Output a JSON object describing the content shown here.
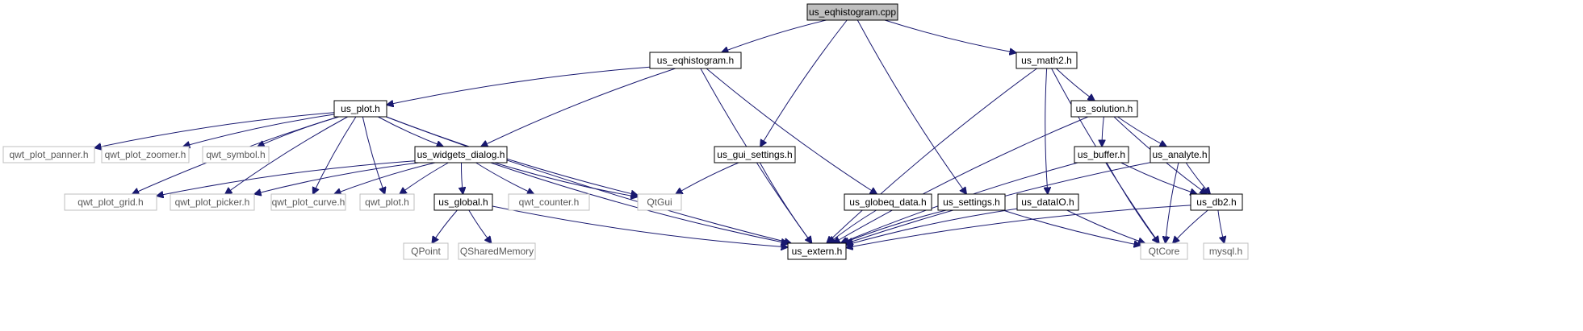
{
  "graph": {
    "colors": {
      "edge": "#191970",
      "box_border": "#000000",
      "box_border_external": "#bfbfbf",
      "root_fill": "#bfbfbf",
      "box_fill": "#ffffff",
      "label": "#000000",
      "label_external": "#595959"
    },
    "nodes": [
      {
        "id": "root",
        "label": "us_eqhistogram.cpp",
        "kind": "root"
      },
      {
        "id": "eqh",
        "label": "us_eqhistogram.h",
        "kind": "header"
      },
      {
        "id": "math2",
        "label": "us_math2.h",
        "kind": "header"
      },
      {
        "id": "plot",
        "label": "us_plot.h",
        "kind": "header"
      },
      {
        "id": "solution",
        "label": "us_solution.h",
        "kind": "header"
      },
      {
        "id": "qpanner",
        "label": "qwt_plot_panner.h",
        "kind": "external"
      },
      {
        "id": "qzoomer",
        "label": "qwt_plot_zoomer.h",
        "kind": "external"
      },
      {
        "id": "qsymbol",
        "label": "qwt_symbol.h",
        "kind": "external"
      },
      {
        "id": "widgets",
        "label": "us_widgets_dialog.h",
        "kind": "header"
      },
      {
        "id": "gui",
        "label": "us_gui_settings.h",
        "kind": "header"
      },
      {
        "id": "buffer",
        "label": "us_buffer.h",
        "kind": "header"
      },
      {
        "id": "analyte",
        "label": "us_analyte.h",
        "kind": "header"
      },
      {
        "id": "qgrid",
        "label": "qwt_plot_grid.h",
        "kind": "external"
      },
      {
        "id": "qpicker",
        "label": "qwt_plot_picker.h",
        "kind": "external"
      },
      {
        "id": "qcurve",
        "label": "qwt_plot_curve.h",
        "kind": "external"
      },
      {
        "id": "qplot",
        "label": "qwt_plot.h",
        "kind": "external"
      },
      {
        "id": "global",
        "label": "us_global.h",
        "kind": "header"
      },
      {
        "id": "qcounter",
        "label": "qwt_counter.h",
        "kind": "external"
      },
      {
        "id": "qtgui",
        "label": "QtGui",
        "kind": "external"
      },
      {
        "id": "globeq",
        "label": "us_globeq_data.h",
        "kind": "header"
      },
      {
        "id": "settings",
        "label": "us_settings.h",
        "kind": "header"
      },
      {
        "id": "dataio",
        "label": "us_dataIO.h",
        "kind": "header"
      },
      {
        "id": "db2",
        "label": "us_db2.h",
        "kind": "header"
      },
      {
        "id": "qpoint",
        "label": "QPoint",
        "kind": "external"
      },
      {
        "id": "qshm",
        "label": "QSharedMemory",
        "kind": "external"
      },
      {
        "id": "extern",
        "label": "us_extern.h",
        "kind": "header"
      },
      {
        "id": "qtcore",
        "label": "QtCore",
        "kind": "external"
      },
      {
        "id": "mysql",
        "label": "mysql.h",
        "kind": "external"
      }
    ],
    "edges": [
      {
        "from": "root",
        "to": "eqh"
      },
      {
        "from": "root",
        "to": "math2"
      },
      {
        "from": "root",
        "to": "gui"
      },
      {
        "from": "root",
        "to": "settings"
      },
      {
        "from": "eqh",
        "to": "plot"
      },
      {
        "from": "eqh",
        "to": "widgets"
      },
      {
        "from": "eqh",
        "to": "extern"
      },
      {
        "from": "eqh",
        "to": "globeq"
      },
      {
        "from": "math2",
        "to": "solution"
      },
      {
        "from": "math2",
        "to": "extern"
      },
      {
        "from": "math2",
        "to": "dataio"
      },
      {
        "from": "math2",
        "to": "qtcore"
      },
      {
        "from": "plot",
        "to": "qpanner"
      },
      {
        "from": "plot",
        "to": "qzoomer"
      },
      {
        "from": "plot",
        "to": "qsymbol"
      },
      {
        "from": "plot",
        "to": "widgets"
      },
      {
        "from": "plot",
        "to": "qgrid"
      },
      {
        "from": "plot",
        "to": "qpicker"
      },
      {
        "from": "plot",
        "to": "qcurve"
      },
      {
        "from": "plot",
        "to": "qplot"
      },
      {
        "from": "plot",
        "to": "qtgui"
      },
      {
        "from": "plot",
        "to": "extern"
      },
      {
        "from": "solution",
        "to": "extern"
      },
      {
        "from": "solution",
        "to": "buffer"
      },
      {
        "from": "solution",
        "to": "analyte"
      },
      {
        "from": "solution",
        "to": "db2"
      },
      {
        "from": "widgets",
        "to": "qgrid"
      },
      {
        "from": "widgets",
        "to": "qpicker"
      },
      {
        "from": "widgets",
        "to": "qcurve"
      },
      {
        "from": "widgets",
        "to": "qplot"
      },
      {
        "from": "widgets",
        "to": "global"
      },
      {
        "from": "widgets",
        "to": "qcounter"
      },
      {
        "from": "widgets",
        "to": "qtgui"
      },
      {
        "from": "widgets",
        "to": "extern"
      },
      {
        "from": "gui",
        "to": "qtgui"
      },
      {
        "from": "gui",
        "to": "extern"
      },
      {
        "from": "buffer",
        "to": "extern"
      },
      {
        "from": "buffer",
        "to": "db2"
      },
      {
        "from": "buffer",
        "to": "qtcore"
      },
      {
        "from": "analyte",
        "to": "extern"
      },
      {
        "from": "analyte",
        "to": "db2"
      },
      {
        "from": "analyte",
        "to": "qtcore"
      },
      {
        "from": "global",
        "to": "qpoint"
      },
      {
        "from": "global",
        "to": "qshm"
      },
      {
        "from": "global",
        "to": "extern"
      },
      {
        "from": "globeq",
        "to": "extern"
      },
      {
        "from": "settings",
        "to": "extern"
      },
      {
        "from": "settings",
        "to": "qtcore"
      },
      {
        "from": "dataio",
        "to": "extern"
      },
      {
        "from": "dataio",
        "to": "qtcore"
      },
      {
        "from": "db2",
        "to": "extern"
      },
      {
        "from": "db2",
        "to": "qtcore"
      },
      {
        "from": "db2",
        "to": "mysql"
      }
    ]
  }
}
